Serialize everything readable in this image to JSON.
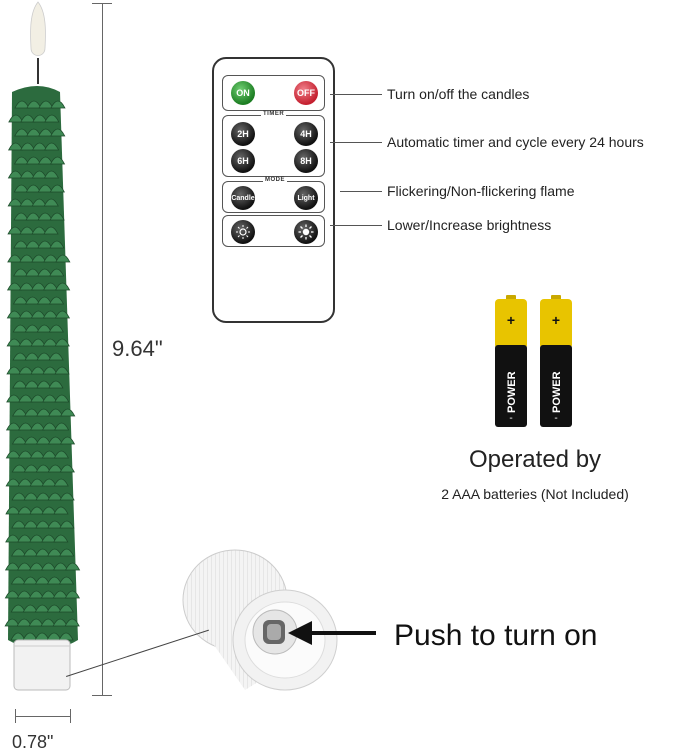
{
  "candle": {
    "height_label": "9.64\"",
    "width_label": "0.78\"",
    "wax_color": "#2c6b3e"
  },
  "remote": {
    "buttons": {
      "on": "ON",
      "off": "OFF",
      "t2": "2H",
      "t4": "4H",
      "t6": "6H",
      "t8": "8H",
      "candle": "Candle",
      "light": "Light"
    },
    "groups": {
      "timer": "TIMER",
      "mode": "MODE"
    }
  },
  "callouts": {
    "power": "Turn on/off the candles",
    "timer": "Automatic timer and cycle every 24 hours",
    "mode": "Flickering/Non-flickering flame",
    "brightness": "Lower/Increase brightness"
  },
  "batteries": {
    "brand": "POWER",
    "top_color": "#e8c400",
    "body_color": "#111111",
    "count": 2
  },
  "operated": {
    "title": "Operated by",
    "subtitle": "2 AAA batteries (Not Included)"
  },
  "base": {
    "push_label": "Push to turn on"
  }
}
